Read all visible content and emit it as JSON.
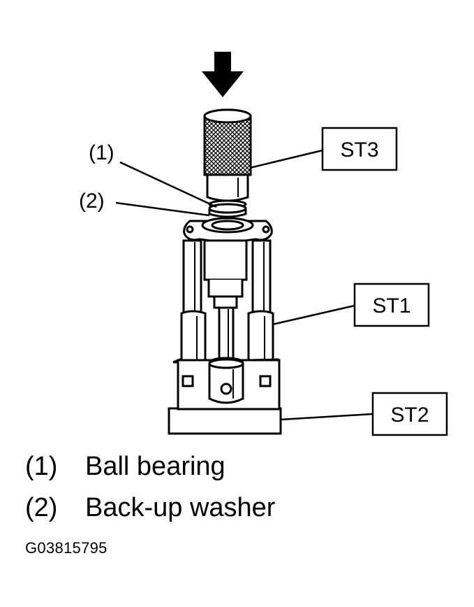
{
  "callouts": [
    {
      "id": "1",
      "label": "(1)"
    },
    {
      "id": "2",
      "label": "(2)"
    }
  ],
  "tools": [
    {
      "id": "st3",
      "label": "ST3"
    },
    {
      "id": "st1",
      "label": "ST1"
    },
    {
      "id": "st2",
      "label": "ST2"
    }
  ],
  "legend": [
    {
      "number": "(1)",
      "text": "Ball bearing"
    },
    {
      "number": "(2)",
      "text": "Back-up washer"
    }
  ],
  "figure_id": "G03815795"
}
